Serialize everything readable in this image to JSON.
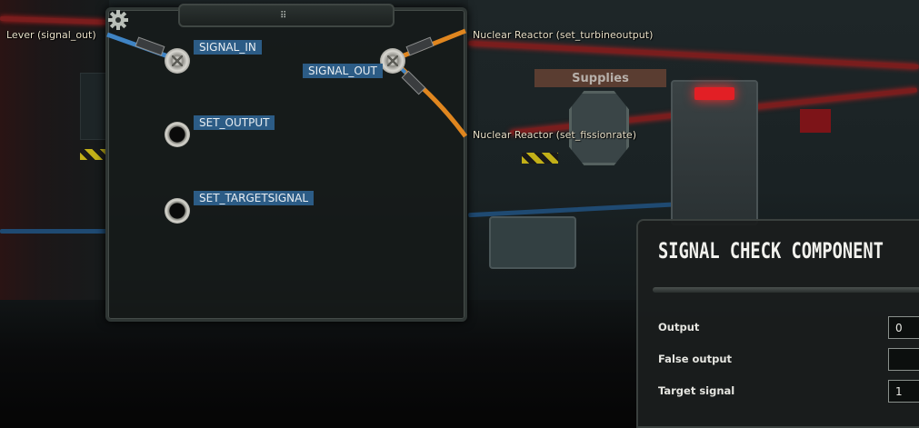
{
  "wiring_panel": {
    "connectors": {
      "signal_in": "SIGNAL_IN",
      "signal_out": "SIGNAL_OUT",
      "set_output": "SET_OUTPUT",
      "set_targetsignal": "SET_TARGETSIGNAL"
    },
    "connections": {
      "signal_in_source": "Lever (signal_out)",
      "signal_out_target_1": "Nuclear Reactor (set_turbineoutput)",
      "signal_out_target_2": "Nuclear Reactor (set_fissionrate)"
    }
  },
  "world": {
    "sign": "Supplies"
  },
  "component": {
    "title": "SIGNAL CHECK COMPONENT",
    "fields": {
      "output": {
        "label": "Output",
        "value": "0"
      },
      "false_output": {
        "label": "False output",
        "value": ""
      },
      "target_signal": {
        "label": "Target signal",
        "value": "1"
      }
    }
  },
  "colors": {
    "wire_blue": "#3f84c4",
    "wire_orange": "#e0861f",
    "label_blue": "#2c5c86",
    "warning_red": "#e21f25"
  },
  "icons": [
    "gear-icon",
    "drag-handle-icon"
  ]
}
